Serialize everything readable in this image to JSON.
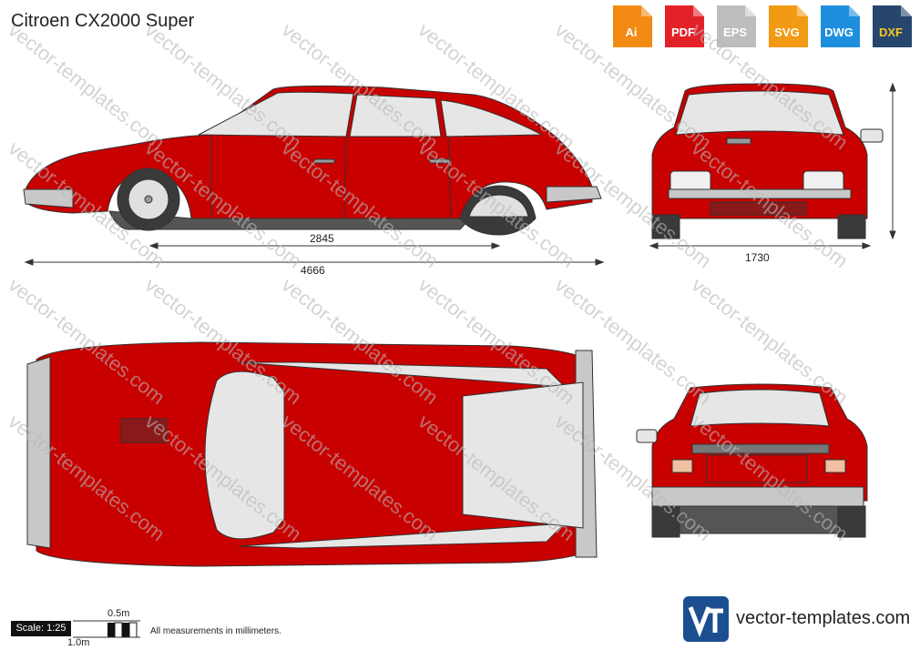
{
  "title": "Citroen CX2000 Super",
  "badges": [
    {
      "label": "Ai",
      "color": "#f28a13"
    },
    {
      "label": "PDF",
      "color": "#e32129"
    },
    {
      "label": "EPS",
      "color": "#bdbdbd"
    },
    {
      "label": "SVG",
      "color": "#f29a13"
    },
    {
      "label": "DWG",
      "color": "#1e8fdc"
    },
    {
      "label": "DXF",
      "color": "#27466e"
    }
  ],
  "dimensions": {
    "wheelbase": "2845",
    "length": "4666",
    "width": "1730"
  },
  "scale": {
    "label": "Scale: 1:25",
    "half_meter": "0.5m",
    "one_meter": "1.0m"
  },
  "note": "All measurements in millimeters.",
  "brand": "vector-templates.com",
  "watermark": "vector-templates.com",
  "colors": {
    "body": "#c80000",
    "glass": "#e6e6e6",
    "tire": "#3a3a3a",
    "trim": "#c8c8c8",
    "outline": "#333333"
  }
}
